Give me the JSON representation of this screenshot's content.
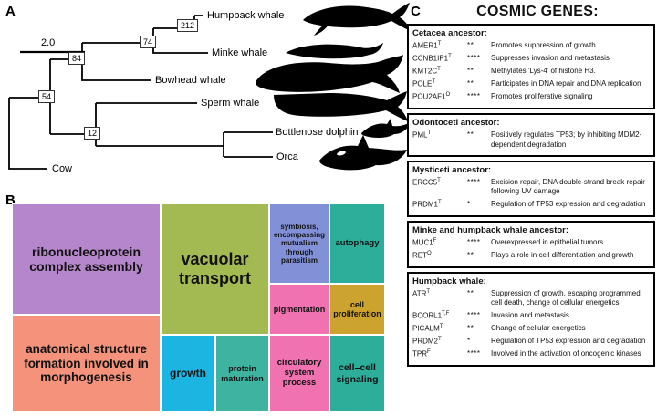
{
  "figure": {
    "panel_a_label": "A",
    "panel_b_label": "B",
    "panel_c_label": "C"
  },
  "tree": {
    "scale_label": "2.0",
    "nodes": [
      "54",
      "12",
      "84",
      "74",
      "212"
    ],
    "tips": [
      {
        "name": "Humpback whale"
      },
      {
        "name": "Minke whale"
      },
      {
        "name": "Bowhead whale"
      },
      {
        "name": "Sperm whale"
      },
      {
        "name": "Bottlenose dolphin"
      },
      {
        "name": "Orca"
      },
      {
        "name": "Cow"
      }
    ]
  },
  "treemap": {
    "cells": [
      {
        "label": "ribonucleoprotein complex assembly",
        "color": "#b586cb"
      },
      {
        "label": "vacuolar transport",
        "color": "#a3b951"
      },
      {
        "label": "anatomical structure formation involved in morphogenesis",
        "color": "#f4927b"
      },
      {
        "label": "growth",
        "color": "#1cb4e0"
      },
      {
        "label": "protein maturation",
        "color": "#3eb3a0"
      },
      {
        "label": "symbiosis, encompassing mutualism through parasitism",
        "color": "#8290d8"
      },
      {
        "label": "pigmentation",
        "color": "#f172b0"
      },
      {
        "label": "circulatory system process",
        "color": "#f172b0"
      },
      {
        "label": "autophagy",
        "color": "#2dae9b"
      },
      {
        "label": "cell proliferation",
        "color": "#cda330"
      },
      {
        "label": "cell–cell signaling",
        "color": "#2dae9b"
      }
    ]
  },
  "cosmic": {
    "title": "COSMIC GENES:",
    "sections": [
      {
        "header": "Cetacea ancestor:",
        "genes": [
          {
            "name": "AMER1",
            "sup": "T",
            "stars": "**",
            "desc": "Promotes suppression of growth"
          },
          {
            "name": "CCNB1IP1",
            "sup": "T",
            "stars": "****",
            "desc": "Suppresses invasion and metastasis"
          },
          {
            "name": "KMT2C",
            "sup": "T",
            "stars": "**",
            "desc": "Methylates 'Lys-4' of histone H3."
          },
          {
            "name": "POLE",
            "sup": "T",
            "stars": "**",
            "desc": "Participates in DNA repair and DNA replication"
          },
          {
            "name": "POU2AF1",
            "sup": "O",
            "stars": "****",
            "desc": "Promotes proliferative signaling"
          }
        ]
      },
      {
        "header": "Odontoceti ancestor:",
        "genes": [
          {
            "name": "PML",
            "sup": "T",
            "stars": "**",
            "desc": "Positively regulates TP53; by inhibiting MDM2-dependent degradation"
          }
        ]
      },
      {
        "header": "Mysticeti ancestor:",
        "genes": [
          {
            "name": "ERCC5",
            "sup": "T",
            "stars": "****",
            "desc": "Excision repair, DNA double-strand break repair following UV damage"
          },
          {
            "name": "PRDM1",
            "sup": "T",
            "stars": "*",
            "desc": "Regulation of TP53 expression and degradation"
          }
        ]
      },
      {
        "header": "Minke and humpback whale ancestor:",
        "genes": [
          {
            "name": "MUC1",
            "sup": "F",
            "stars": "****",
            "desc": "Overexpressed in epithelial tumors"
          },
          {
            "name": "RET",
            "sup": "O",
            "stars": "**",
            "desc": "Plays a role in cell differentiation and growth"
          }
        ]
      },
      {
        "header": "Humpback whale:",
        "genes": [
          {
            "name": "ATR",
            "sup": "T",
            "stars": "**",
            "desc": "Suppression of growth, escaping programmed cell death, change of cellular energetics"
          },
          {
            "name": "BCORL1",
            "sup": "T,F",
            "stars": "****",
            "desc": "Invasion and metastasis"
          },
          {
            "name": "PICALM",
            "sup": "T",
            "stars": "**",
            "desc": "Change of cellular energetics"
          },
          {
            "name": "PRDM2",
            "sup": "T",
            "stars": "*",
            "desc": "Regulation of TP53 expression and degradation"
          },
          {
            "name": "TPR",
            "sup": "F",
            "stars": "****",
            "desc": "Involved in the activation of oncogenic kinases"
          }
        ]
      }
    ]
  }
}
